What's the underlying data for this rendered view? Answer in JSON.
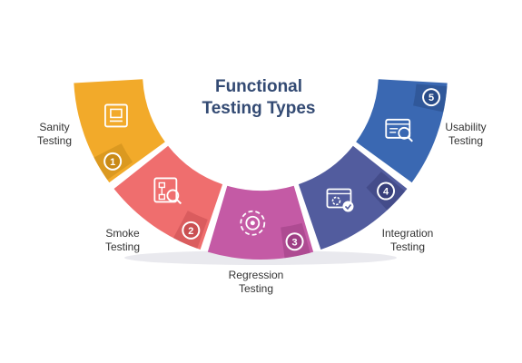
{
  "title": {
    "line1": "Functional",
    "line2": "Testing Types"
  },
  "items": [
    {
      "number": "1",
      "line1": "Sanity",
      "line2": "Testing",
      "icon": "ui-layout-icon",
      "color": "#f2aa2a",
      "dark": "#c98a17"
    },
    {
      "number": "2",
      "line1": "Smoke",
      "line2": "Testing",
      "icon": "flowchart-search-icon",
      "color": "#ef6e6e",
      "dark": "#c94f52"
    },
    {
      "number": "3",
      "line1": "Regression",
      "line2": "Testing",
      "icon": "gear-cycle-icon",
      "color": "#c45aa5",
      "dark": "#9d3f84"
    },
    {
      "number": "4",
      "line1": "Integration",
      "line2": "Testing",
      "icon": "browser-gear-check-icon",
      "color": "#525c9e",
      "dark": "#383f7a"
    },
    {
      "number": "5",
      "line1": "Usability",
      "line2": "Testing",
      "icon": "window-search-check-icon",
      "color": "#3a68b2",
      "dark": "#284b87"
    }
  ]
}
